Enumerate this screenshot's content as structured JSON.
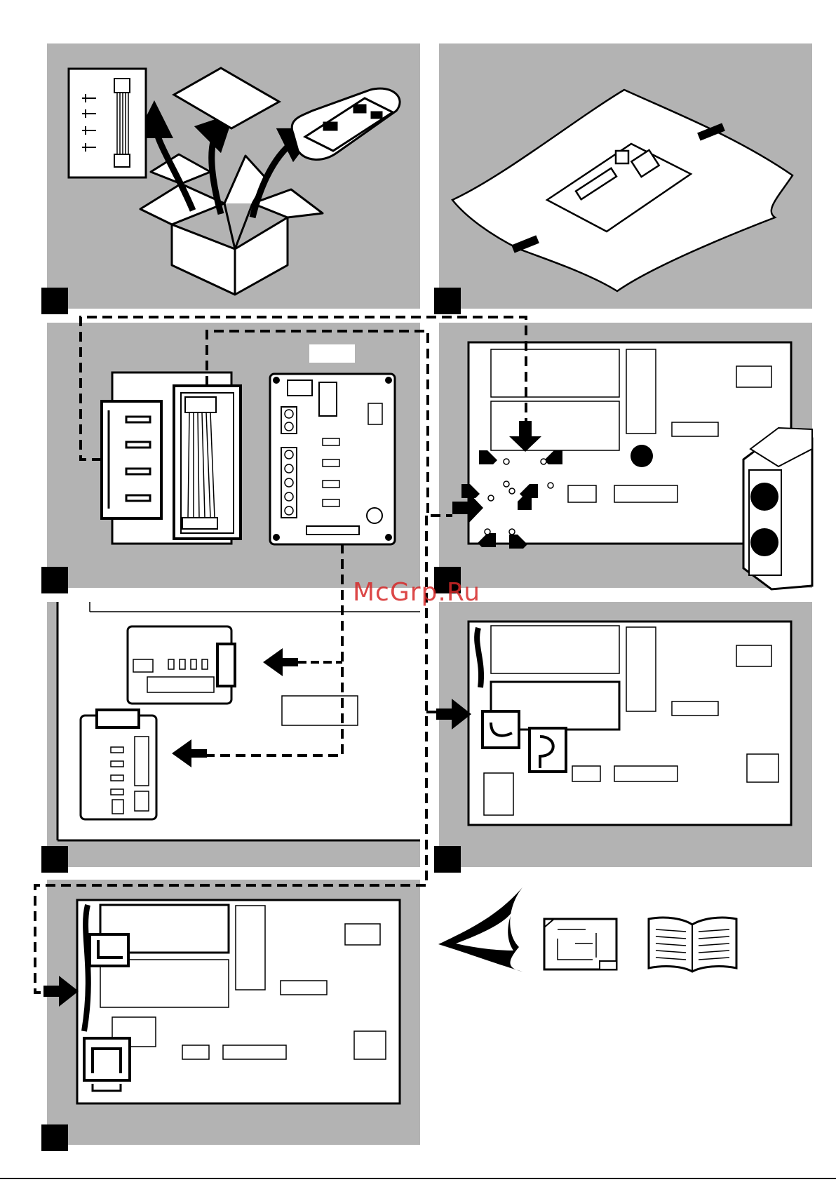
{
  "watermark": "McGrp.Ru",
  "colors": {
    "panel": "#b3b3b3",
    "ink": "#000000",
    "paper": "#ffffff",
    "watermark": "#d62828"
  },
  "steps": [
    {
      "name": "step-1-unpack",
      "icons": [
        "box-icon",
        "cable-harness-icon",
        "screws-icon",
        "sheet-icon",
        "pcb-icon"
      ]
    },
    {
      "name": "step-2-unwrap",
      "icons": [
        "antistatic-bag-icon",
        "pcb-icon"
      ]
    },
    {
      "name": "step-3-contents",
      "icons": [
        "screws-icon",
        "cable-harness-icon",
        "pcb-icon"
      ]
    },
    {
      "name": "step-4-mount",
      "icons": [
        "outdoor-unit-icon",
        "mounting-arrow-icon"
      ]
    },
    {
      "name": "step-5-orientation",
      "icons": [
        "pcb-icon",
        "connector-icon"
      ]
    },
    {
      "name": "step-6-wire",
      "icons": [
        "cable-clamp-icon",
        "connector-icon"
      ]
    },
    {
      "name": "step-7-route",
      "icons": [
        "cable-clamp-icon",
        "connector-icon"
      ]
    }
  ],
  "footer_icons": [
    "inspect-eye-icon",
    "wiring-diagram-icon",
    "manual-book-icon"
  ]
}
